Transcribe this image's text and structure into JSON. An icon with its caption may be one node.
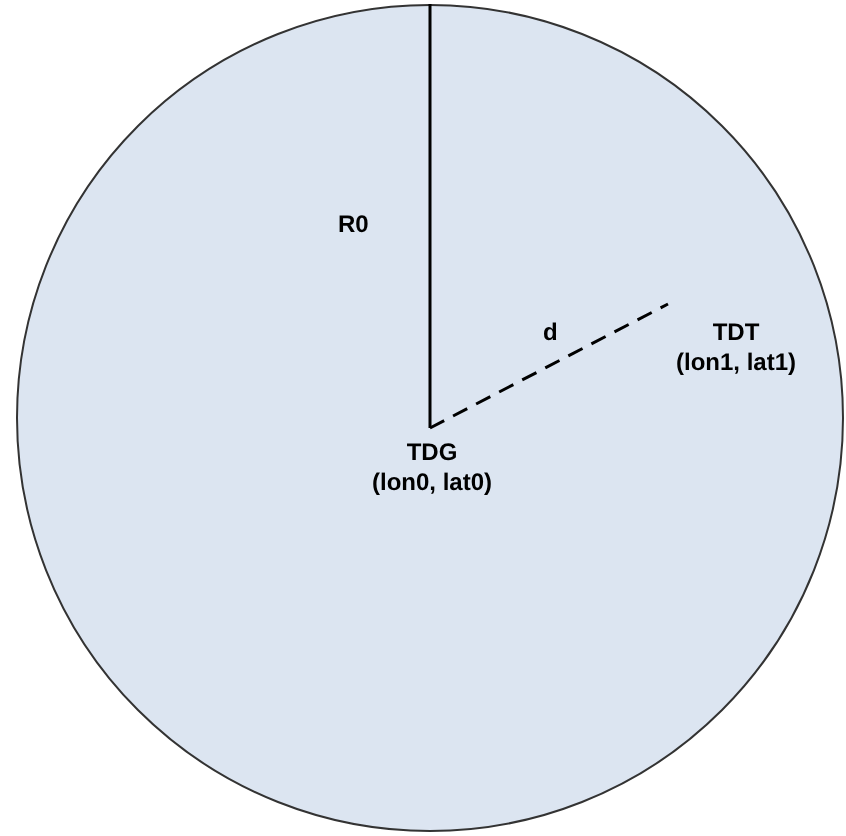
{
  "diagram": {
    "nodes": [
      {
        "text": [],
        "shape": "circle"
      },
      {
        "text": [
          "TDG",
          "(lon0, lat0)"
        ],
        "in": 0
      },
      {
        "text": [
          "TDT",
          "(lon1, lat1)"
        ],
        "in": 0
      }
    ],
    "edges": [
      {
        "from": 1,
        "to": 2,
        "arrow": "none",
        "style": "dashed",
        "label": "d"
      }
    ],
    "labels": [
      "R0"
    ]
  }
}
